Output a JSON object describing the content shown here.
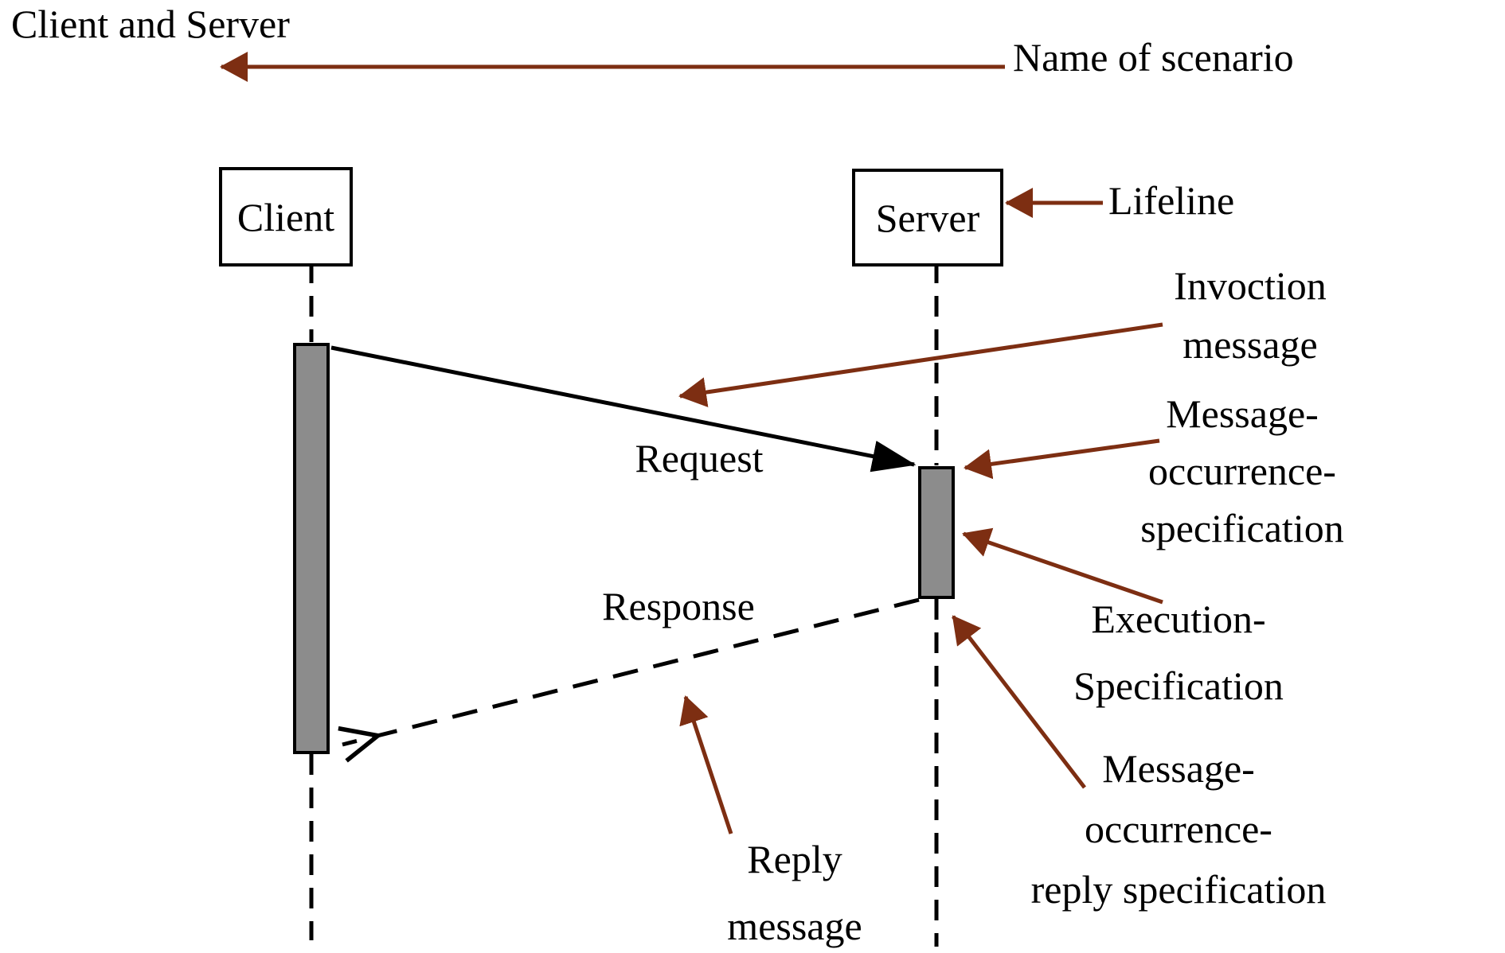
{
  "colors": {
    "annotation": "#7d2e12",
    "activation": "#8c8c8c",
    "line": "#000000"
  },
  "title": "Client and Server",
  "lifelines": [
    {
      "name": "Client"
    },
    {
      "name": "Server"
    }
  ],
  "messages": {
    "request": "Request",
    "response": "Response"
  },
  "annotations": {
    "scenario": "Name of scenario",
    "lifeline": "Lifeline",
    "invocation": "Invoction\nmessage",
    "message_occurrence": "Message-\noccurrence-\nspecification",
    "execution": "Execution-\nSpecification",
    "message_occurrence_reply": "Message-\noccurrence-\nreply specification",
    "reply": "Reply\nmessage"
  }
}
